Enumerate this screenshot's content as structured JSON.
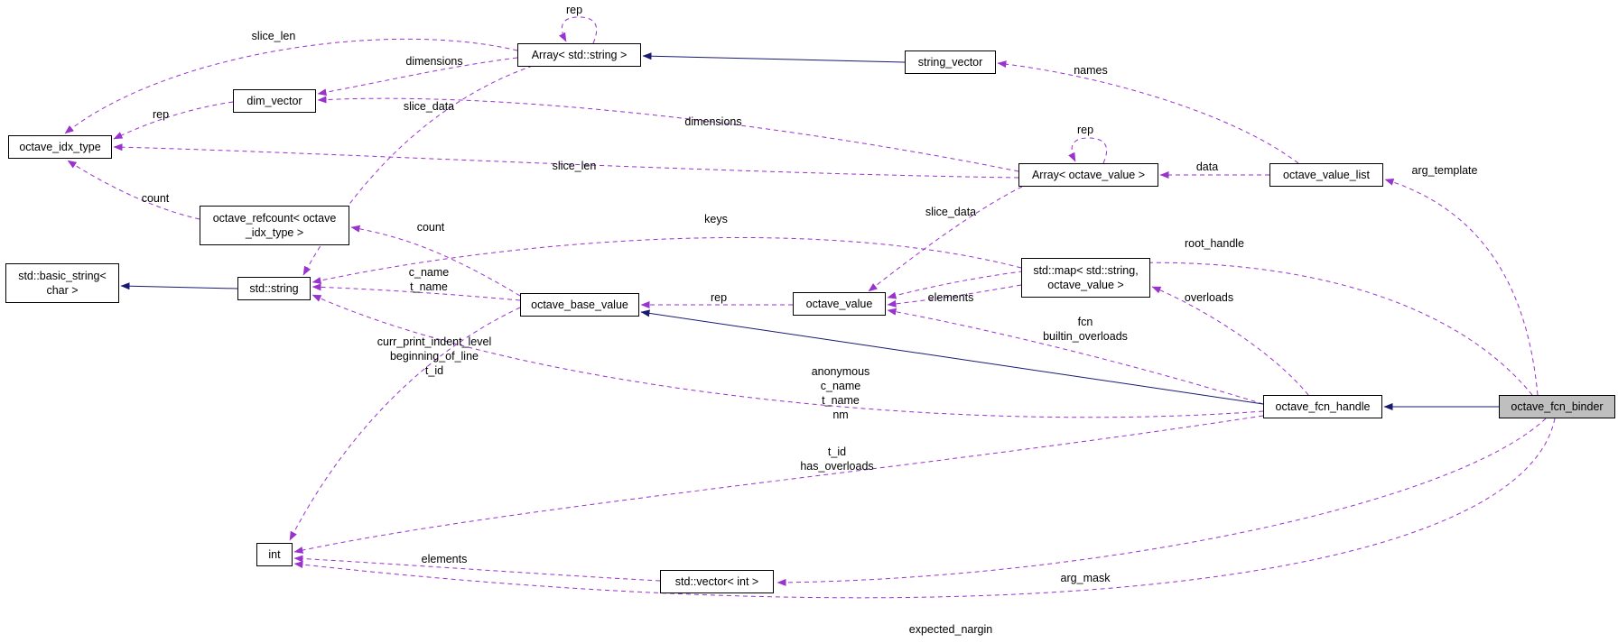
{
  "diagram": {
    "kind": "doxygen-collaboration-graph",
    "focus_class": "octave_fcn_binder"
  },
  "colors": {
    "collaboration_edge": "#9a32cd",
    "inheritance_edge": "#191970",
    "node_border": "#000000",
    "node_background": "#ffffff",
    "focus_node_background": "#bfbfbf"
  },
  "nodes": {
    "array_string": {
      "lines": [
        "Array< std::string >"
      ]
    },
    "string_vector": {
      "lines": [
        "string_vector"
      ]
    },
    "dim_vector": {
      "lines": [
        "dim_vector"
      ]
    },
    "octave_idx_type": {
      "lines": [
        "octave_idx_type"
      ]
    },
    "array_octave_value": {
      "lines": [
        "Array< octave_value >"
      ]
    },
    "octave_value_list": {
      "lines": [
        "octave_value_list"
      ]
    },
    "octave_refcount": {
      "lines": [
        "octave_refcount< octave",
        "_idx_type >"
      ]
    },
    "basic_string": {
      "lines": [
        "std::basic_string<",
        "char >"
      ]
    },
    "std_string": {
      "lines": [
        "std::string"
      ]
    },
    "octave_base_value": {
      "lines": [
        "octave_base_value"
      ]
    },
    "octave_value": {
      "lines": [
        "octave_value"
      ]
    },
    "std_map": {
      "lines": [
        "std::map< std::string,",
        "octave_value >"
      ]
    },
    "octave_fcn_handle": {
      "lines": [
        "octave_fcn_handle"
      ]
    },
    "octave_fcn_binder": {
      "lines": [
        "octave_fcn_binder"
      ]
    },
    "int": {
      "lines": [
        "int"
      ]
    },
    "std_vector_int": {
      "lines": [
        "std::vector< int >"
      ]
    }
  },
  "edge_labels": {
    "rep_array_string": "rep",
    "slice_len_string": "slice_len",
    "dimensions_string": "dimensions",
    "slice_data_string": "slice_data",
    "rep_dim_vector": "rep",
    "dimensions_value": "dimensions",
    "slice_len_value": "slice_len",
    "rep_array_value": "rep",
    "data": "data",
    "names": "names",
    "arg_template": "arg_template",
    "count_idx": "count",
    "count_refcount": "count",
    "keys": "keys",
    "slice_data_value": "slice_data",
    "root_handle": "root_handle",
    "c_name_t_name": "c_name\nt_name",
    "rep_value": "rep",
    "elements_map": "elements",
    "overloads": "overloads",
    "fcn_builtin_overloads": "fcn\nbuiltin_overloads",
    "print_fields": "curr_print_indent_level\nbeginning_of_line\nt_id",
    "handle_strings": "anonymous\nc_name\nt_name\nnm",
    "t_id_has_overloads": "t_id\nhas_overloads",
    "elements_vector": "elements",
    "arg_mask": "arg_mask",
    "expected_nargin": "expected_nargin"
  }
}
